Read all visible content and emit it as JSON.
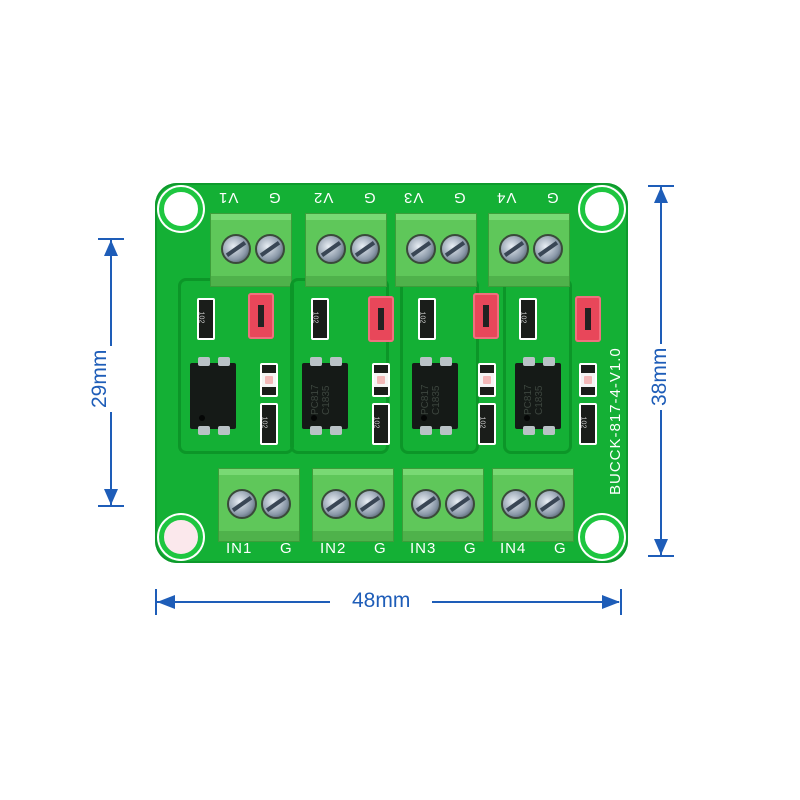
{
  "board": {
    "name_silkscreen": "BUCCK-817-4-V1.0",
    "output_labels": [
      "V1",
      "G",
      "V2",
      "G",
      "V3",
      "G",
      "V4",
      "G"
    ],
    "input_labels": [
      "IN1",
      "G",
      "IN2",
      "G",
      "IN3",
      "G",
      "IN4",
      "G"
    ],
    "chip_marking": [
      "PC817",
      "C1835"
    ],
    "resistor_marking": "102",
    "pcb_color": "#14b035",
    "jumper_color": "#e8475a"
  },
  "dimensions": {
    "height_inner": "29mm",
    "height_outer": "38mm",
    "width": "48mm",
    "color": "#1e5db8"
  }
}
